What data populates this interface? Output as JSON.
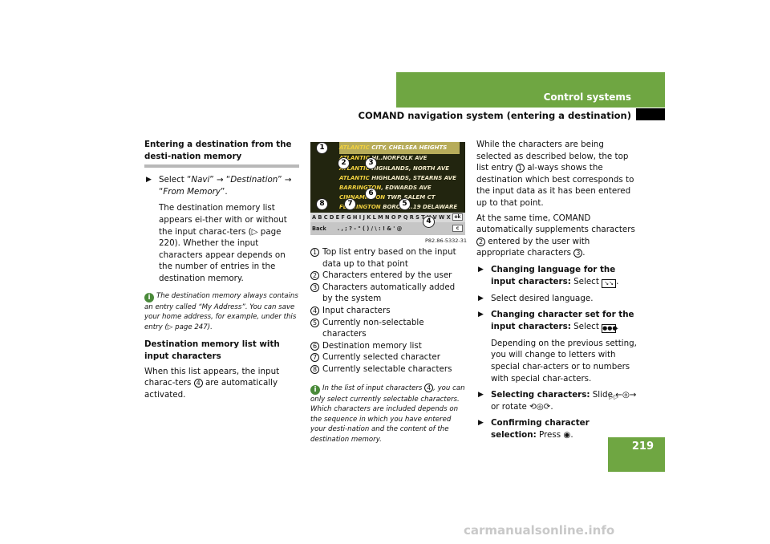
{
  "header": {
    "section": "Control systems",
    "title": "COMAND navigation system (entering a destination)",
    "page_number": "219"
  },
  "left": {
    "heading": "Entering a destination from the desti-nation memory",
    "step1_pre": "Select “",
    "step1_navi": "Navi",
    "step1_mid1": "” → “",
    "step1_dest": "Destination",
    "step1_mid2": "” → “",
    "step1_mem": "From Memory",
    "step1_post": "”.",
    "para1": "The destination memory list appears ei-ther with or without the input charac-ters (▷ page 220). Whether the input characters appear depends on the number of entries in the destination memory.",
    "info": "The destination memory always contains an entry called “My Address”. You can save your home address, for example, under this entry (▷ page 247).",
    "subheading": "Destination memory list with input characters",
    "para2_pre": "When this list appears, the input charac-ters",
    "para2_num": "4",
    "para2_post": "are automatically activated."
  },
  "figure": {
    "rows": [
      {
        "hl": "ATLANTIC",
        "rest": " CITY, CHELSEA HEIGHTS"
      },
      {
        "hl": "ATLANTIC",
        "rest": " HI..NORFOLK AVE"
      },
      {
        "hl": "ATLANTIC",
        "rest": " HIGHLANDS, NORTH AVE"
      },
      {
        "hl": "ATLANTIC",
        "rest": " HIGHLANDS, STEARNS AVE"
      },
      {
        "hl": "BARRINGTON",
        "rest": ", EDWARDS AVE"
      },
      {
        "hl": "CINNAMINSON",
        "rest": " TWP, SALEM CT"
      },
      {
        "hl": "FLEMINGTON",
        "rest": " BORO, 1..19 DELAWARE AVE"
      }
    ],
    "chars": "A B C D E F G H I J K L M N O P Q R S T U V W X Y Z",
    "back": "Back",
    "symbols": ". , ; ? - \" ( ) / \\ : ! & ' @",
    "ok": "ok",
    "c": "c",
    "code": "P82.86-5332-31",
    "callouts": [
      "1",
      "2",
      "3",
      "4",
      "5",
      "6",
      "7",
      "8"
    ]
  },
  "middle": {
    "legend": [
      {
        "num": "1",
        "text": "Top list entry based on the input data up to that point"
      },
      {
        "num": "2",
        "text": "Characters entered by the user"
      },
      {
        "num": "3",
        "text": "Characters automatically added by the system"
      },
      {
        "num": "4",
        "text": "Input characters"
      },
      {
        "num": "5",
        "text": "Currently non-selectable characters"
      },
      {
        "num": "6",
        "text": "Destination memory list"
      },
      {
        "num": "7",
        "text": "Currently selected character"
      },
      {
        "num": "8",
        "text": "Currently selectable characters"
      }
    ],
    "info_pre": "In the list of input characters",
    "info_num": "4",
    "info_post": ", you can only select currently selectable characters. Which characters are included depends on the sequence in which you have entered your desti-nation and the content of the destination memory."
  },
  "right": {
    "para1_a": "While the characters are being selected as described below, the top list entry",
    "para1_num1": "1",
    "para1_b": "al-ways shows the destination which best corresponds to the input data as it has been entered up to that point.",
    "para2_a": "At the same time, COMAND automatically supplements characters",
    "para2_num2": "2",
    "para2_b": "entered by the user with appropriate characters",
    "para2_num3": "3",
    "para2_c": ".",
    "b1_bold": "Changing language for the input characters:",
    "b1_rest": " Select",
    "b1_icon": "↘↘",
    "b2": "Select desired language.",
    "b3_bold": "Changing character set for the input characters:",
    "b3_rest": " Select",
    "b3_icon": "●●●",
    "b3_para": "Depending on the previous setting, you will change to letters with special char-acters or to numbers with special char-acters.",
    "b4_bold": "Selecting characters:",
    "b4_rest1": " Slide",
    "b4_icon1": "←◎→",
    "b4_rest2": " or rotate",
    "b4_icon2": "⟲◎⟳",
    "b4_end": ".",
    "b5_bold": "Confirming character selection:",
    "b5_rest": " Press",
    "b5_icon": "◉",
    "b5_end": "."
  },
  "continue_mark": "▷▷",
  "footer": "carmanualsonline.info"
}
